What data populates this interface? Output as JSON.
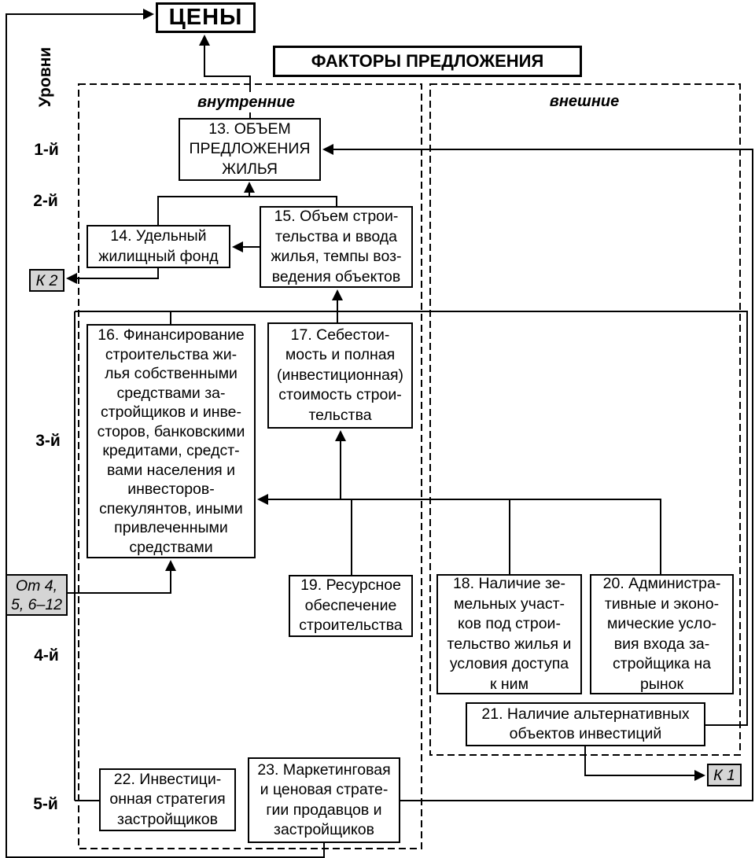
{
  "header": {
    "prices": "ЦЕНЫ",
    "factors": "ФАКТОРЫ ПРЕДЛОЖЕНИЯ"
  },
  "axis": {
    "label": "Уровни",
    "levels": [
      "1-й",
      "2-й",
      "3-й",
      "4-й",
      "5-й"
    ]
  },
  "groups": {
    "internal": "внутренние",
    "external": "внешние"
  },
  "nodes": {
    "n13": "13. ОБЪЕМ\nПРЕДЛОЖЕНИЯ\nЖИЛЬЯ",
    "n14": "14. Удельный\nжилищный фонд",
    "n15": "15. Объем строи-\nтельства и ввода\nжилья, темпы воз-\nведения объектов",
    "n16": "16. Финансирование\nстроительства жи-\nлья собственными\nсредствами за-\nстройщиков и инве-\nсторов, банковскими\nкредитами, средст-\nвами населения и\nинвесторов-\nспекулянтов, иными\nпривлеченными\nсредствами",
    "n17": "17. Себестои-\nмость и полная\n(инвестиционная)\nстоимость строи-\nтельства",
    "n18": "18. Наличие зе-\nмельных участ-\nков под строи-\nтельство жилья и\nусловия доступа\nк ним",
    "n19": "19. Ресурсное\nобеспечение\nстроительства",
    "n20": "20. Администра-\nтивные и эконо-\nмические усло-\nвия входа за-\nстройщика на\nрынок",
    "n21": "21. Наличие альтернативных\nобъектов инвестиций",
    "n22": "22. Инвестици-\nонная стратегия\nзастройщиков",
    "n23": "23. Маркетинговая\nи ценовая страте-\nгии продавцов и\nзастройщиков"
  },
  "offpage": {
    "k1": "К 1",
    "k2": "К 2",
    "from_4_12": "От 4,\n5, 6–12"
  },
  "colors": {
    "line": "#000000",
    "offpage_fill": "#d5d5d5",
    "background": "#ffffff"
  }
}
